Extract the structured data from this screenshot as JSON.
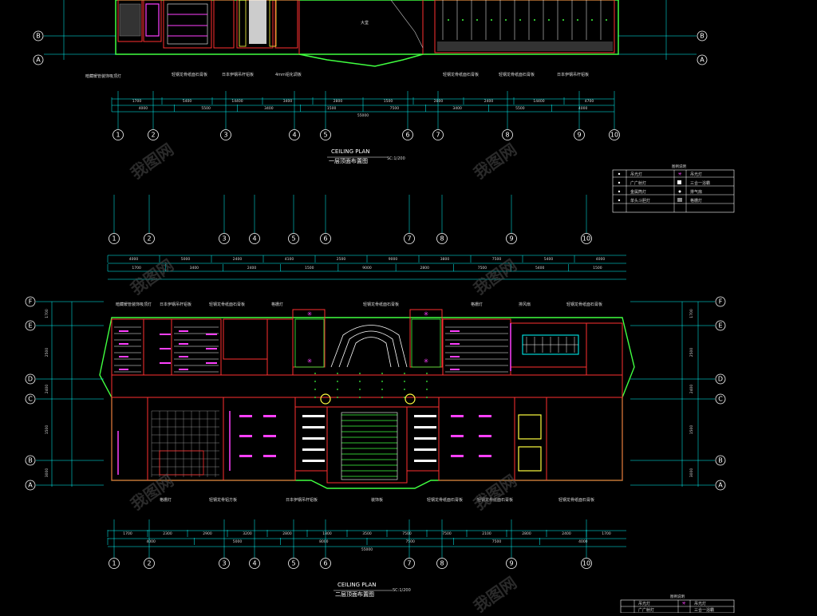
{
  "plan1": {
    "title_en": "CEILING  PLAN",
    "title_cn": "一层顶面布置图",
    "scale": "SC:1/200",
    "axes": [
      "1",
      "2",
      "3",
      "4",
      "5",
      "6",
      "7",
      "8",
      "9",
      "10"
    ],
    "row_axes": [
      "B",
      "A"
    ],
    "dims_top": [
      "1700",
      "5400",
      "14400",
      "3400",
      "2800",
      "1500",
      "2800",
      "2400",
      "14400",
      "4700"
    ],
    "dims_bottom": [
      "4000",
      "5500",
      "3400",
      "1500",
      "7500",
      "3400",
      "5500",
      "4000"
    ],
    "dim_total": "55000",
    "labels": [
      "暗藏暖管装饰吸顶灯",
      "轻钢龙骨纸面石膏板",
      "日本伊钢吊杆铝板",
      "4mm铝化调板",
      "轻钢龙骨纸面石膏板",
      "轻钢龙骨纸面石膏板",
      "日本伊钢吊杆铝板"
    ],
    "center_label": "大堂"
  },
  "plan2": {
    "title_en": "CEILING  PLAN",
    "title_cn": "二层顶面布置图",
    "scale": "SC:1/200",
    "axes": [
      "1",
      "2",
      "3",
      "4",
      "5",
      "6",
      "7",
      "8",
      "9",
      "10"
    ],
    "row_axes_left": [
      "F",
      "E",
      "D",
      "C",
      "B",
      "A"
    ],
    "row_axes_right": [
      "F",
      "E",
      "D",
      "C",
      "B",
      "A"
    ],
    "dims_top": [
      "4000",
      "5000",
      "2400",
      "4100",
      "2500",
      "9000",
      "3800",
      "7500",
      "5400",
      "4000"
    ],
    "dims_top2": [
      "1700",
      "3400",
      "2400",
      "1500",
      "9000",
      "2800",
      "7500",
      "5400",
      "1500"
    ],
    "dims_bottom": [
      "1700",
      "2300",
      "2900",
      "3200",
      "2800",
      "1800",
      "3500",
      "7500",
      "7500",
      "2100",
      "2800",
      "2400",
      "1700"
    ],
    "dims_bottom2": [
      "4000",
      "5000",
      "8000",
      "7500",
      "7500",
      "4000"
    ],
    "dim_total": "55000",
    "side_dims": [
      "1700",
      "2500",
      "2400",
      "1500",
      "3000",
      "1700"
    ],
    "labels_top": [
      "暗藏暖管装饰吸顶灯",
      "日本伊钢吊杆铝板",
      "轻钢龙骨纸面石膏板",
      "格栅灯",
      "轻钢龙骨纸面石膏板",
      "格栅灯",
      "排风扇",
      "轻钢龙骨纸面石膏板"
    ],
    "labels_bottom": [
      "格栅灯",
      "轻钢龙骨铝方板",
      "日本伊钢吊杆铝板",
      "装饰板",
      "轻钢龙骨纸面石膏板",
      "轻钢龙骨纸面石膏板",
      "轻钢龙骨纸面石膏板"
    ]
  },
  "legend1": {
    "header": "图例说明",
    "rows": [
      [
        "吊光灯",
        "吊光灯"
      ],
      [
        "广广射灯",
        "三合一浴霸"
      ],
      [
        "金属筒灯",
        "排气扇"
      ],
      [
        "单头斗胆灯",
        "格栅灯"
      ]
    ]
  },
  "legend2": {
    "header": "图例说明",
    "rows": [
      [
        "吊光灯",
        "吊光灯"
      ],
      [
        "广广射灯",
        "三合一浴霸"
      ]
    ]
  },
  "watermark": "我图网",
  "colors": {
    "bg": "#000000",
    "grid": "#00ffff",
    "wall": "#ff3030",
    "green": "#40ff40",
    "text": "#ffffff",
    "magenta": "#ff40ff",
    "yellow": "#ffff40"
  }
}
